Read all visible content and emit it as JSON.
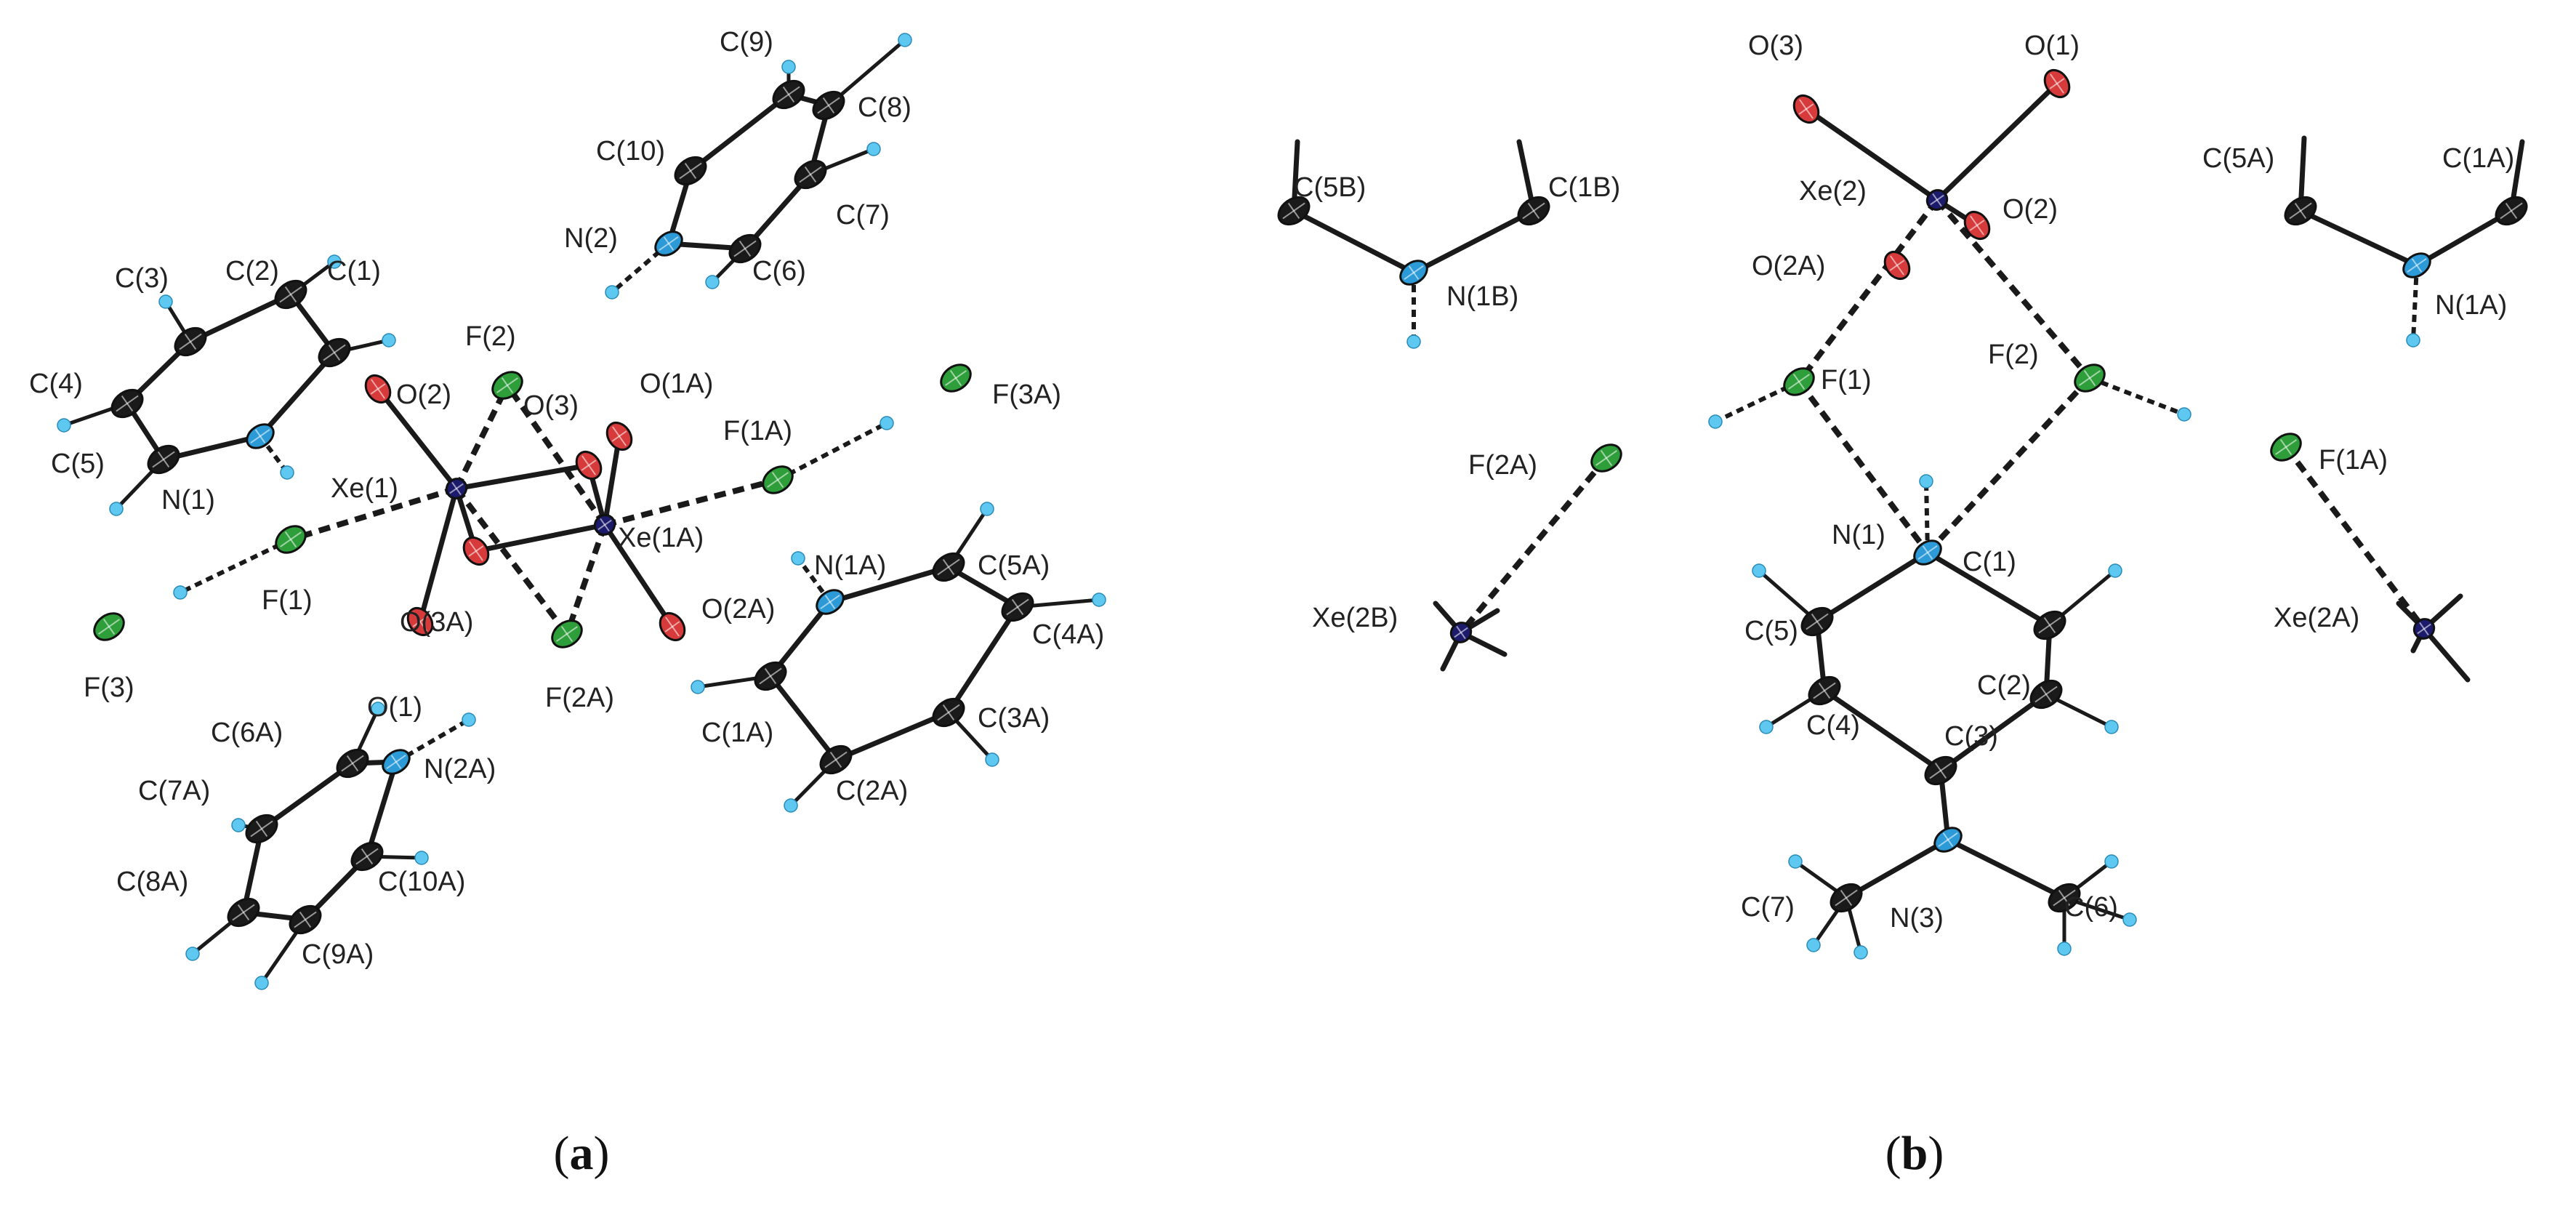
{
  "captions": {
    "a": {
      "open": "(",
      "letter": "a",
      "close": ")"
    },
    "b": {
      "open": "(",
      "letter": "b",
      "close": ")"
    }
  },
  "colors": {
    "carbon": "#1a1a1a",
    "hydrogen": "#5ec8f0",
    "nitrogen": "#2b9ad6",
    "oxygen": "#d63a3a",
    "fluorine": "#2e9e3a",
    "xenon": "#1c1a6b",
    "bond": "#1a1a1a"
  },
  "panel_a": {
    "atoms": [
      {
        "id": "Xe1",
        "el": "xenon",
        "label": "Xe(1)"
      },
      {
        "id": "Xe1A",
        "el": "xenon",
        "label": "Xe(1A)"
      },
      {
        "id": "O1",
        "el": "oxygen",
        "label": "O(1)"
      },
      {
        "id": "O2",
        "el": "oxygen",
        "label": "O(2)"
      },
      {
        "id": "O3",
        "el": "oxygen",
        "label": "O(3)"
      },
      {
        "id": "O1A",
        "el": "oxygen",
        "label": "O(1A)"
      },
      {
        "id": "O2A",
        "el": "oxygen",
        "label": "O(2A)"
      },
      {
        "id": "O3A",
        "el": "oxygen",
        "label": "O(3A)"
      },
      {
        "id": "F1",
        "el": "fluorine",
        "label": "F(1)"
      },
      {
        "id": "F2",
        "el": "fluorine",
        "label": "F(2)"
      },
      {
        "id": "F3",
        "el": "fluorine",
        "label": "F(3)"
      },
      {
        "id": "F1A",
        "el": "fluorine",
        "label": "F(1A)"
      },
      {
        "id": "F2A",
        "el": "fluorine",
        "label": "F(2A)"
      },
      {
        "id": "F3A",
        "el": "fluorine",
        "label": "F(3A)"
      },
      {
        "id": "N1",
        "el": "nitrogen",
        "label": "N(1)"
      },
      {
        "id": "N2",
        "el": "nitrogen",
        "label": "N(2)"
      },
      {
        "id": "N1A",
        "el": "nitrogen",
        "label": "N(1A)"
      },
      {
        "id": "N2A",
        "el": "nitrogen",
        "label": "N(2A)"
      },
      {
        "id": "C1",
        "el": "carbon",
        "label": "C(1)"
      },
      {
        "id": "C2",
        "el": "carbon",
        "label": "C(2)"
      },
      {
        "id": "C3",
        "el": "carbon",
        "label": "C(3)"
      },
      {
        "id": "C4",
        "el": "carbon",
        "label": "C(4)"
      },
      {
        "id": "C5",
        "el": "carbon",
        "label": "C(5)"
      },
      {
        "id": "C6",
        "el": "carbon",
        "label": "C(6)"
      },
      {
        "id": "C7",
        "el": "carbon",
        "label": "C(7)"
      },
      {
        "id": "C8",
        "el": "carbon",
        "label": "C(8)"
      },
      {
        "id": "C9",
        "el": "carbon",
        "label": "C(9)"
      },
      {
        "id": "C10",
        "el": "carbon",
        "label": "C(10)"
      },
      {
        "id": "C1A",
        "el": "carbon",
        "label": "C(1A)"
      },
      {
        "id": "C2A",
        "el": "carbon",
        "label": "C(2A)"
      },
      {
        "id": "C3A",
        "el": "carbon",
        "label": "C(3A)"
      },
      {
        "id": "C4A",
        "el": "carbon",
        "label": "C(4A)"
      },
      {
        "id": "C5A",
        "el": "carbon",
        "label": "C(5A)"
      },
      {
        "id": "C6A",
        "el": "carbon",
        "label": "C(6A)"
      },
      {
        "id": "C7A",
        "el": "carbon",
        "label": "C(7A)"
      },
      {
        "id": "C8A",
        "el": "carbon",
        "label": "C(8A)"
      },
      {
        "id": "C9A",
        "el": "carbon",
        "label": "C(9A)"
      },
      {
        "id": "C10A",
        "el": "carbon",
        "label": "C(10A)"
      }
    ],
    "solid_bonds": [
      [
        "Xe1",
        "O2"
      ],
      [
        "Xe1",
        "O1"
      ],
      [
        "Xe1",
        "O3"
      ],
      [
        "Xe1",
        "O3A"
      ],
      [
        "Xe1A",
        "O1A"
      ],
      [
        "Xe1A",
        "O2A"
      ],
      [
        "Xe1A",
        "O3A"
      ],
      [
        "Xe1A",
        "O3"
      ],
      [
        "N1",
        "C1"
      ],
      [
        "C1",
        "C2"
      ],
      [
        "C2",
        "C3"
      ],
      [
        "C3",
        "C4"
      ],
      [
        "C4",
        "C5"
      ],
      [
        "C5",
        "N1"
      ],
      [
        "N2",
        "C6"
      ],
      [
        "C6",
        "C7"
      ],
      [
        "C7",
        "C8"
      ],
      [
        "C8",
        "C9"
      ],
      [
        "C9",
        "C10"
      ],
      [
        "C10",
        "N2"
      ],
      [
        "N1A",
        "C5A"
      ],
      [
        "C5A",
        "C4A"
      ],
      [
        "C4A",
        "C3A"
      ],
      [
        "C3A",
        "C2A"
      ],
      [
        "C2A",
        "C1A"
      ],
      [
        "C1A",
        "N1A"
      ],
      [
        "N2A",
        "C6A"
      ],
      [
        "C6A",
        "C7A"
      ],
      [
        "C7A",
        "C8A"
      ],
      [
        "C8A",
        "C9A"
      ],
      [
        "C9A",
        "C10A"
      ],
      [
        "C10A",
        "N2A"
      ]
    ],
    "dashed_bonds": [
      [
        "Xe1",
        "F1"
      ],
      [
        "Xe1",
        "F2"
      ],
      [
        "Xe1",
        "F2A"
      ],
      [
        "Xe1A",
        "F1A"
      ],
      [
        "Xe1A",
        "F2A"
      ],
      [
        "Xe1A",
        "F2"
      ]
    ]
  },
  "panel_b": {
    "atoms": [
      {
        "id": "Xe2",
        "el": "xenon",
        "label": "Xe(2)"
      },
      {
        "id": "Xe2A",
        "el": "xenon",
        "label": "Xe(2A)"
      },
      {
        "id": "Xe2B",
        "el": "xenon",
        "label": "Xe(2B)"
      },
      {
        "id": "O1",
        "el": "oxygen",
        "label": "O(1)"
      },
      {
        "id": "O2",
        "el": "oxygen",
        "label": "O(2)"
      },
      {
        "id": "O3",
        "el": "oxygen",
        "label": "O(3)"
      },
      {
        "id": "O2A",
        "el": "oxygen",
        "label": "O(2A)"
      },
      {
        "id": "F1",
        "el": "fluorine",
        "label": "F(1)"
      },
      {
        "id": "F2",
        "el": "fluorine",
        "label": "F(2)"
      },
      {
        "id": "F1A",
        "el": "fluorine",
        "label": "F(1A)"
      },
      {
        "id": "F2A",
        "el": "fluorine",
        "label": "F(2A)"
      },
      {
        "id": "N1",
        "el": "nitrogen",
        "label": "N(1)"
      },
      {
        "id": "N3",
        "el": "nitrogen",
        "label": "N(3)"
      },
      {
        "id": "N1A",
        "el": "nitrogen",
        "label": "N(1A)"
      },
      {
        "id": "N1B",
        "el": "nitrogen",
        "label": "N(1B)"
      },
      {
        "id": "C1",
        "el": "carbon",
        "label": "C(1)"
      },
      {
        "id": "C2",
        "el": "carbon",
        "label": "C(2)"
      },
      {
        "id": "C3",
        "el": "carbon",
        "label": "C(3)"
      },
      {
        "id": "C4",
        "el": "carbon",
        "label": "C(4)"
      },
      {
        "id": "C5",
        "el": "carbon",
        "label": "C(5)"
      },
      {
        "id": "C6",
        "el": "carbon",
        "label": "C(6)"
      },
      {
        "id": "C7",
        "el": "carbon",
        "label": "C(7)"
      },
      {
        "id": "C1A",
        "el": "carbon",
        "label": "C(1A)"
      },
      {
        "id": "C5A",
        "el": "carbon",
        "label": "C(5A)"
      },
      {
        "id": "C1B",
        "el": "carbon",
        "label": "C(1B)"
      },
      {
        "id": "C5B",
        "el": "carbon",
        "label": "C(5B)"
      }
    ],
    "solid_bonds": [
      [
        "Xe2",
        "O1"
      ],
      [
        "Xe2",
        "O2"
      ],
      [
        "Xe2",
        "O3"
      ],
      [
        "N1",
        "C1"
      ],
      [
        "C1",
        "C2"
      ],
      [
        "C2",
        "C3"
      ],
      [
        "C3",
        "C4"
      ],
      [
        "C4",
        "C5"
      ],
      [
        "C5",
        "N1"
      ],
      [
        "C3",
        "N3"
      ],
      [
        "N3",
        "C6"
      ],
      [
        "N3",
        "C7"
      ],
      [
        "N1A",
        "C1A"
      ],
      [
        "N1A",
        "C5A"
      ],
      [
        "N1B",
        "C1B"
      ],
      [
        "N1B",
        "C5B"
      ]
    ],
    "dashed_bonds": [
      [
        "Xe2",
        "F1"
      ],
      [
        "Xe2",
        "F2"
      ],
      [
        "F1",
        "N1"
      ],
      [
        "F2",
        "N1"
      ],
      [
        "F2A",
        "Xe2B"
      ],
      [
        "F1A",
        "Xe2A"
      ]
    ]
  }
}
